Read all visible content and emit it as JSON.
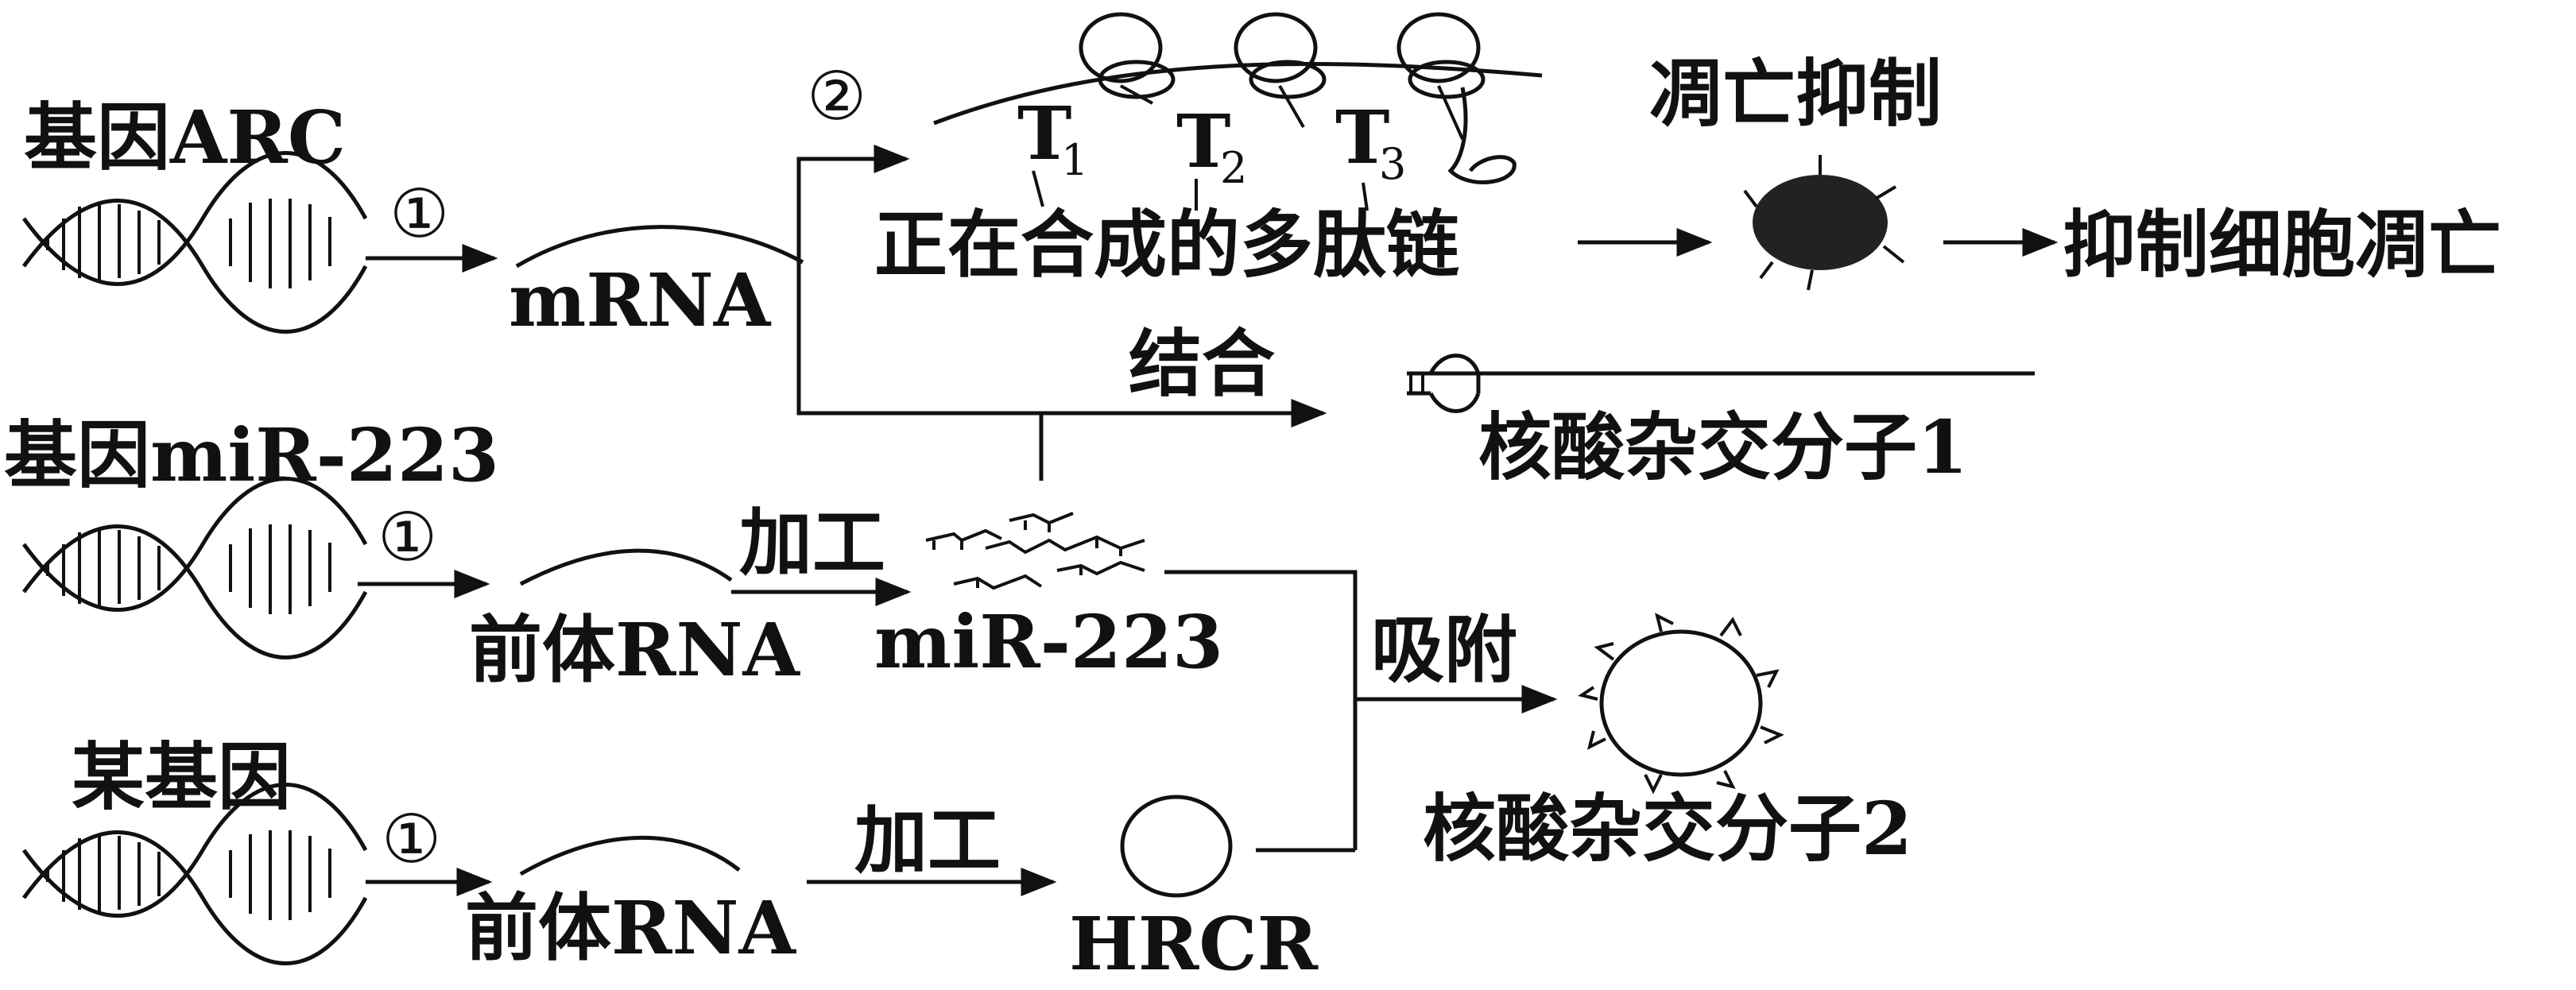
{
  "genes": {
    "arc": "基因ARC",
    "mir": "基因miR-223",
    "some": "某基因"
  },
  "step_marks": {
    "one": "①",
    "two": "②"
  },
  "molecules": {
    "mrna": "mRNA",
    "precursor": "前体RNA",
    "mir223": "miR-223",
    "hrcr": "HRCR",
    "peptide": "正在合成的多肽链",
    "hybrid1": "核酸杂交分子1",
    "hybrid2": "核酸杂交分子2"
  },
  "actions": {
    "bind": "结合",
    "process": "加工",
    "adsorb": "吸附"
  },
  "outcomes": {
    "apoptosis_inhibitor": "凋亡抑制",
    "inhibit_apoptosis": "抑制细胞凋亡"
  },
  "trna": {
    "t": "T",
    "sub1": "1",
    "sub2": "2",
    "sub3": "3"
  },
  "colors": {
    "ink": "#111111",
    "background": "#ffffff"
  }
}
